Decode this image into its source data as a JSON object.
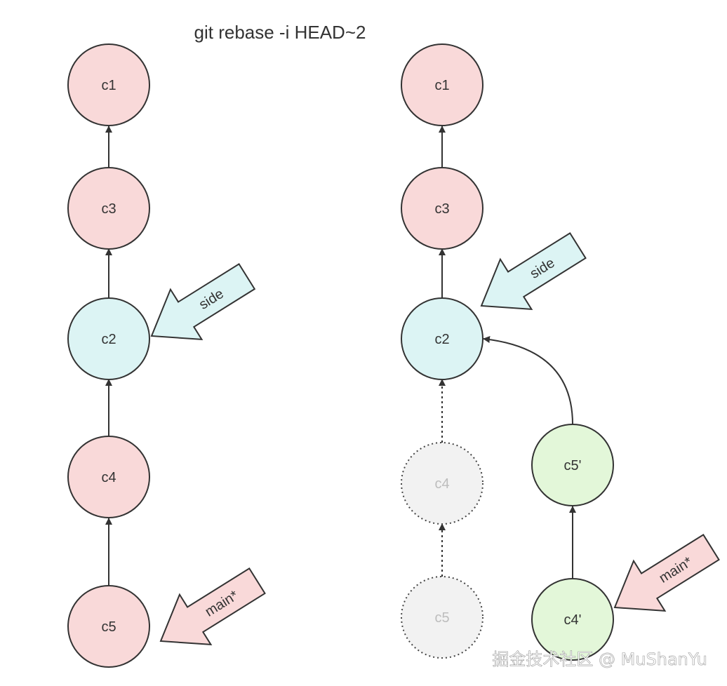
{
  "title": "git rebase -i HEAD~2",
  "left_graph": {
    "nodes": {
      "c1": {
        "label": "c1"
      },
      "c3": {
        "label": "c3"
      },
      "c2": {
        "label": "c2"
      },
      "c4": {
        "label": "c4"
      },
      "c5": {
        "label": "c5"
      }
    },
    "pointers": {
      "side": {
        "label": "side"
      },
      "main": {
        "label": "main*"
      }
    }
  },
  "right_graph": {
    "nodes": {
      "c1": {
        "label": "c1"
      },
      "c3": {
        "label": "c3"
      },
      "c2": {
        "label": "c2"
      },
      "c4_old": {
        "label": "c4"
      },
      "c5_old": {
        "label": "c5"
      },
      "c5_new": {
        "label": "c5'"
      },
      "c4_new": {
        "label": "c4'"
      }
    },
    "pointers": {
      "side": {
        "label": "side"
      },
      "main": {
        "label": "main*"
      }
    }
  },
  "watermark": "掘金技术社区 @ MuShanYu",
  "colors": {
    "pink_fill": "#f9d9d9",
    "cyan_fill": "#dcf4f4",
    "green_fill": "#e3f7d9",
    "ghost_fill": "#f2f2f2",
    "stroke": "#333333",
    "ghost_stroke": "#444444"
  }
}
